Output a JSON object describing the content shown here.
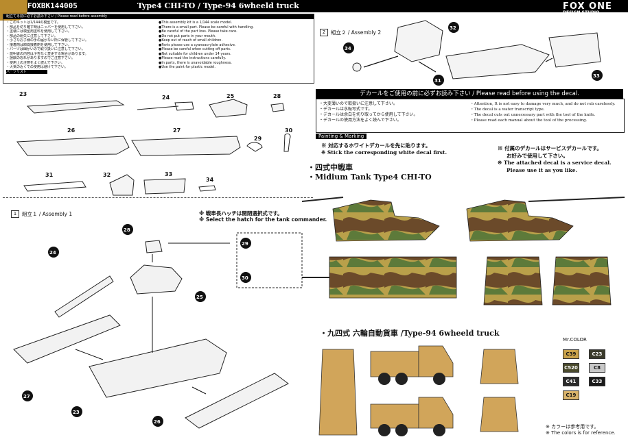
{
  "header": {
    "code": "FOXBK144005",
    "title": "Type4 CHI-TO / Type-94 6wheeld truck",
    "brand": "FOX ONE",
    "brand_sub": "DESIGN STUDIO"
  },
  "notes": {
    "bar": "組立てる前に必ずお読み下さい / Please read before assembly",
    "left": [
      "・このキットは1/144の模型です。",
      "・部品を切り離す時はニッパーを使用して下さい。",
      "・塗装には模型用塗料を使用して下さい。",
      "・部品の紛失に注意して下さい。",
      "・小さなお子様の手の届かない所に保管して下さい。",
      "・接着剤は瞬間接着剤を使用して下さい。",
      "・パーツは細かいので取り扱いに注意して下さい。",
      "・説明書の内容は予告なく変更する場合があります。",
      "・誤飲の恐れがありますのでご注意下さい。",
      "・使用上の注意をよく読んで下さい。",
      "・火気の近くでの使用は避けて下さい。",
      "パーツリスト"
    ],
    "right": [
      "●This assembly kit is a 1/144 scale model.",
      "●There is a small part. Please be careful with handling.",
      "●Be careful of the part loss. Please take care.",
      "●Do not put parts in your mouth.",
      "●Keep out of reach of small children.",
      "●Parts please use a cyanoacrylate adhesive.",
      "●Please be careful when cutting off parts.",
      "●Not suitable for children under 14 years.",
      "●Please read the instructions carefully.",
      "●In parts, there is unavoidable roughness.",
      "●Use the paint for plastic model."
    ]
  },
  "parts": [
    {
      "num": "23"
    },
    {
      "num": "24"
    },
    {
      "num": "25"
    },
    {
      "num": "28"
    },
    {
      "num": "26"
    },
    {
      "num": "27"
    },
    {
      "num": "29"
    },
    {
      "num": "30"
    },
    {
      "num": "31"
    },
    {
      "num": "32"
    },
    {
      "num": "33"
    },
    {
      "num": "34"
    }
  ],
  "assembly1": {
    "box": "1",
    "title": "組立１ / Assembly 1",
    "note_jp": "※ 戦車長ハッチは開閉選択式です。",
    "note_en": "※ Select the hatch for the tank commander.",
    "callouts": [
      "28",
      "24",
      "25",
      "29",
      "30",
      "27",
      "23",
      "26"
    ]
  },
  "assembly2": {
    "box": "2",
    "title": "組立２ / Assembly 2",
    "callouts": [
      "32",
      "34",
      "31",
      "33"
    ]
  },
  "decal": {
    "head": "デカールをご使用の前に必ずお読み下さい / Please read before using the decal.",
    "jp": [
      "・大変薄いので取扱いに注意して下さい。",
      "・デカールは水転写式です。",
      "・デカールは余白を切り取ってから使用して下さい。",
      "・デカールの使用方法をよく読んで下さい。"
    ],
    "en": [
      "・Attention, It is not easy to damage very much, and do not rub carelessly.",
      "・The decal is a water transcript type.",
      "・The decal cuts out unnecessary part with the tool of the knife.",
      "・Please read each manual about the tool of the processing."
    ]
  },
  "painting": {
    "title": "Painting & Marking",
    "white_jp": "※ 対応するホワイトデカールを先に貼ります。",
    "white_en": "※ Stick the corresponding white decal first.",
    "service_jp": "※ 付属のデカールはサービスデカールです。",
    "service_jp2": "お好みで使用して下さい。",
    "service_en": "※ The attached decal is a service decal.",
    "service_en2": "Please use it as you like.",
    "tank_jp": "・四式中戦車",
    "tank_en": "・Midium Tank Type4 CHI-TO",
    "truck": "・九四式 六輪自動貨車 /Type-94 6wheeld truck"
  },
  "colors": {
    "title": "Mr.COLOR",
    "swatches": [
      {
        "code": "C39",
        "hex": "#c9a24a"
      },
      {
        "code": "C23",
        "hex": "#3b3b2b"
      },
      {
        "code": "C520",
        "hex": "#4a4a2c"
      },
      {
        "code": "C8",
        "hex": "#c8c8c8"
      },
      {
        "code": "C41",
        "hex": "#2b2b2b"
      },
      {
        "code": "C33",
        "hex": "#1a1a1a"
      },
      {
        "code": "C19",
        "hex": "#d9b36a"
      }
    ],
    "ref_jp": "※ カラーは参考用です。",
    "ref_en": "※ The colors is for reference."
  }
}
